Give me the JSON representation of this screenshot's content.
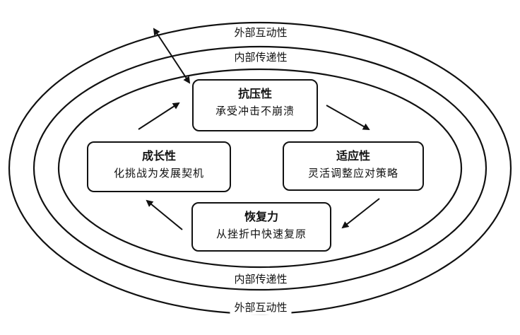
{
  "rings": {
    "outer_top": "外部互动性",
    "inner_top": "内部传递性",
    "inner_bottom": "内部传递性",
    "outer_bottom": "外部互动性"
  },
  "boxes": {
    "top": {
      "title": "抗压性",
      "subtitle": "承受冲击不崩溃"
    },
    "right": {
      "title": "适应性",
      "subtitle": "灵活调整应对策略"
    },
    "bottom": {
      "title": "恢复力",
      "subtitle": "从挫折中快速复原"
    },
    "left": {
      "title": "成长性",
      "subtitle": "化挑战为发展契机"
    }
  }
}
